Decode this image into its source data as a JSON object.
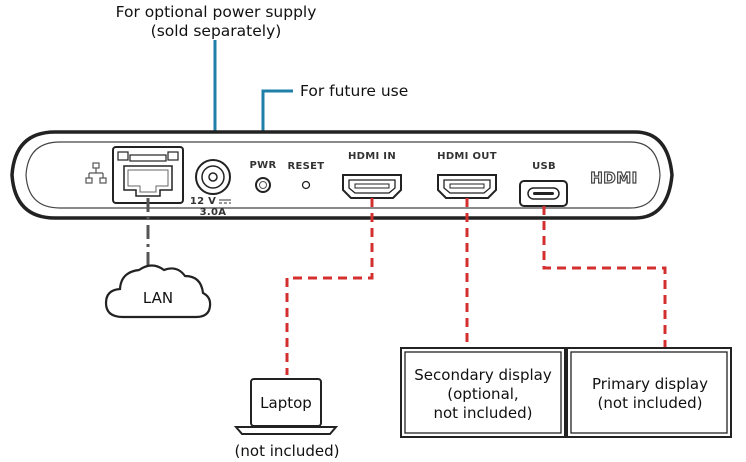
{
  "callouts": {
    "power_line1": "For optional power supply",
    "power_line2": "(sold separately)",
    "future_use": "For future use"
  },
  "panel": {
    "pwr": "PWR",
    "reset": "RESET",
    "hdmi_in": "HDMI IN",
    "hdmi_out": "HDMI OUT",
    "usb": "USB",
    "volt": "12 V",
    "amps": "3.0A",
    "logo": "HDMI"
  },
  "lan": {
    "label": "LAN"
  },
  "laptop": {
    "label": "Laptop",
    "note": "(not included)"
  },
  "secondary": {
    "line1": "Secondary display",
    "line2": "(optional,",
    "line3": "not included)"
  },
  "primary": {
    "line1": "Primary display",
    "line2": "(not included)"
  },
  "colors": {
    "callout_line": "#1f7fa8",
    "cable_red": "#d32f2f",
    "lan_cable": "#555555",
    "device_outline": "#222222"
  }
}
